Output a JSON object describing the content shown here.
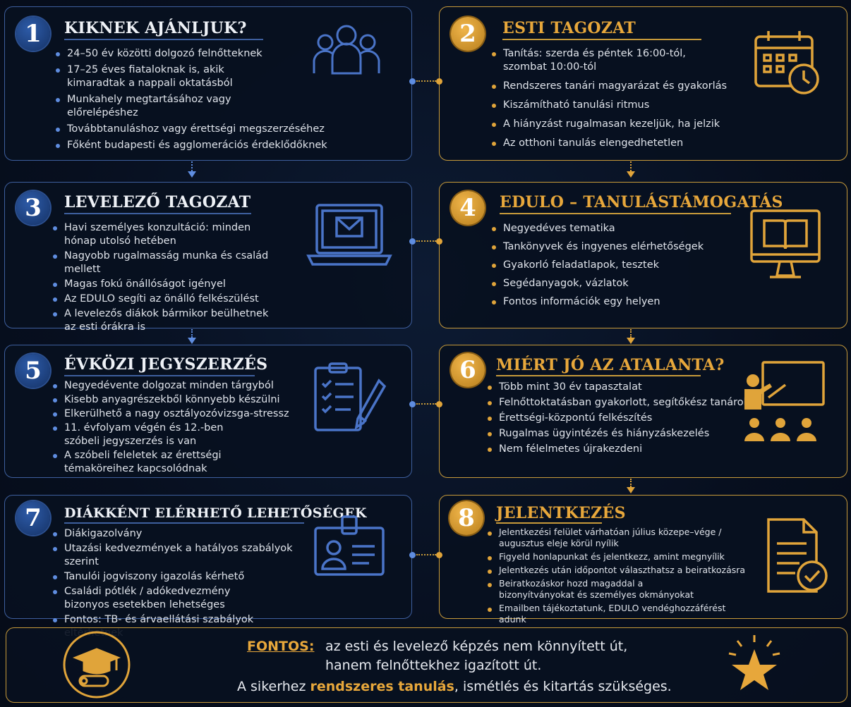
{
  "cards": [
    {
      "num": "1",
      "title": "KIKNEK AJÁNLJUK?",
      "icon": "people-group-icon",
      "items": [
        "24–50 év közötti dolgozó felnőtteknek",
        "17–25 éves fiataloknak is, akik kimaradtak a nappali oktatásból",
        "Munkahely megtartásához vagy előrelépéshez",
        "Továbbtanuláshoz vagy érettségi megszerzéséhez",
        "Főként budapesti és agglomerációs érdeklődőknek"
      ]
    },
    {
      "num": "2",
      "title": "ESTI TAGOZAT",
      "icon": "calendar-clock-icon",
      "items": [
        "Tanítás: szerda és péntek 16:00-tól, szombat 10:00-tól",
        "Rendszeres tanári magyarázat és gyakorlás",
        "Kiszámítható tanulási ritmus",
        "A hiányzást rugalmasan kezeljük, ha jelzik",
        "Az otthoni tanulás elengedhetetlen"
      ]
    },
    {
      "num": "3",
      "title": "LEVELEZŐ TAGOZAT",
      "icon": "laptop-mail-icon",
      "items": [
        "Havi személyes konzultáció: minden hónap utolsó hetében",
        "Nagyobb rugalmasság munka és család mellett",
        "Magas fokú önállóságot igényel",
        "Az EDULO segíti az önálló felkészülést",
        "A levelezős diákok bármikor beülhetnek az esti órákra is"
      ]
    },
    {
      "num": "4",
      "title": "EDULO – TANULÁSTÁMOGATÁS",
      "icon": "monitor-book-icon",
      "items": [
        "Negyedéves tematika",
        "Tankönyvek és ingyenes elérhetőségek",
        "Gyakorló feladatlapok, tesztek",
        "Segédanyagok, vázlatok",
        "Fontos információk egy helyen"
      ]
    },
    {
      "num": "5",
      "title": "ÉVKÖZI JEGYSZERZÉS",
      "icon": "clipboard-pencil-icon",
      "items": [
        "Negyedévente dolgozat minden tárgyból",
        "Kisebb anyagrészekből könnyebb készülni",
        "Elkerülhető a nagy osztályozóvizsga-stressz",
        "11. évfolyam végén és 12.-ben szóbeli jegyszerzés is van",
        "A szóbeli feleletek az érettségi témaköreihez kapcsolódnak"
      ]
    },
    {
      "num": "6",
      "title": "MIÉRT JÓ AZ ATALANTA?",
      "icon": "teacher-classroom-icon",
      "items": [
        "Több mint 30 év tapasztalat",
        "Felnőttoktatásban gyakorlott, segítőkész tanárok",
        "Érettségi-központú felkészítés",
        "Rugalmas ügyintézés és hiányzáskezelés",
        "Nem félelmetes újrakezdeni"
      ]
    },
    {
      "num": "7",
      "title": "DIÁKKÉNT ELÉRHETŐ LEHETŐSÉGEK",
      "icon": "id-badge-icon",
      "items": [
        "Diákigazolvány",
        "Utazási kedvezmények a hatályos szabályok szerint",
        "Tanulói jogviszony igazolás kérhető",
        "Családi pótlék / adókedvezmény bizonyos esetekben lehetséges",
        "Fontos: TB- és árvaellátási szabályok eltérhetnek"
      ]
    },
    {
      "num": "8",
      "title": "JELENTKEZÉS",
      "icon": "document-check-icon",
      "items": [
        "Jelentkezési felület várhatóan július közepe–vége / augusztus eleje körül nyílik",
        "Figyeld honlapunkat és jelentkezz, amint megnyílik",
        "Jelentkezés után időpontot választhatsz a beiratkozásra",
        "Beiratkozáskor hozd magaddal a bizonyítványokat és személyes okmányokat",
        "Emailben tájékoztatunk, EDULO vendéghozzáférést adunk"
      ]
    }
  ],
  "bottom": {
    "label": "FONTOS:",
    "line1": "az esti és levelező képzés nem könnyített út,",
    "line2": "hanem felnőttekhez igazított út.",
    "line3_pre": "A sikerhez ",
    "line3_hl": "rendszeres tanulás",
    "line3_post": ", ismétlés és kitartás szükséges.",
    "left_icon": "graduation-cap-diploma-icon",
    "right_icon": "star-icon"
  },
  "colors": {
    "gold": "#e7a73b",
    "blue": "#3e5f9e"
  }
}
